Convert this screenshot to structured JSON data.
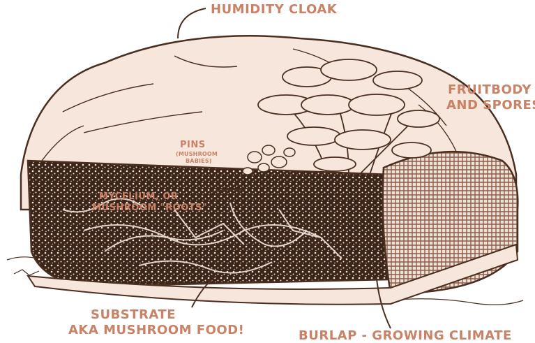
{
  "colors": {
    "label": "#c98266",
    "ink": "#4a2e1f",
    "cloak": "#f6e6dc",
    "substrate_dark": "#3b2418",
    "burlap": "#b38672"
  },
  "labels": {
    "humidity_cloak": "HUMIDITY CLOAK",
    "fruitbody_1": "FRUITBODY",
    "fruitbody_2": "AND SPORES",
    "pins": "PINS",
    "pins_sub_1": "(MUSHROOM",
    "pins_sub_2": "BABIES)",
    "mycelium_1": "MYCELIUM, OR",
    "mycelium_2": "MUSHROOM \"ROOTS\"",
    "substrate_1": "SUBSTRATE",
    "substrate_2": "AKA MUSHROOM FOOD!",
    "burlap": "BURLAP - GROWING CLIMATE"
  }
}
